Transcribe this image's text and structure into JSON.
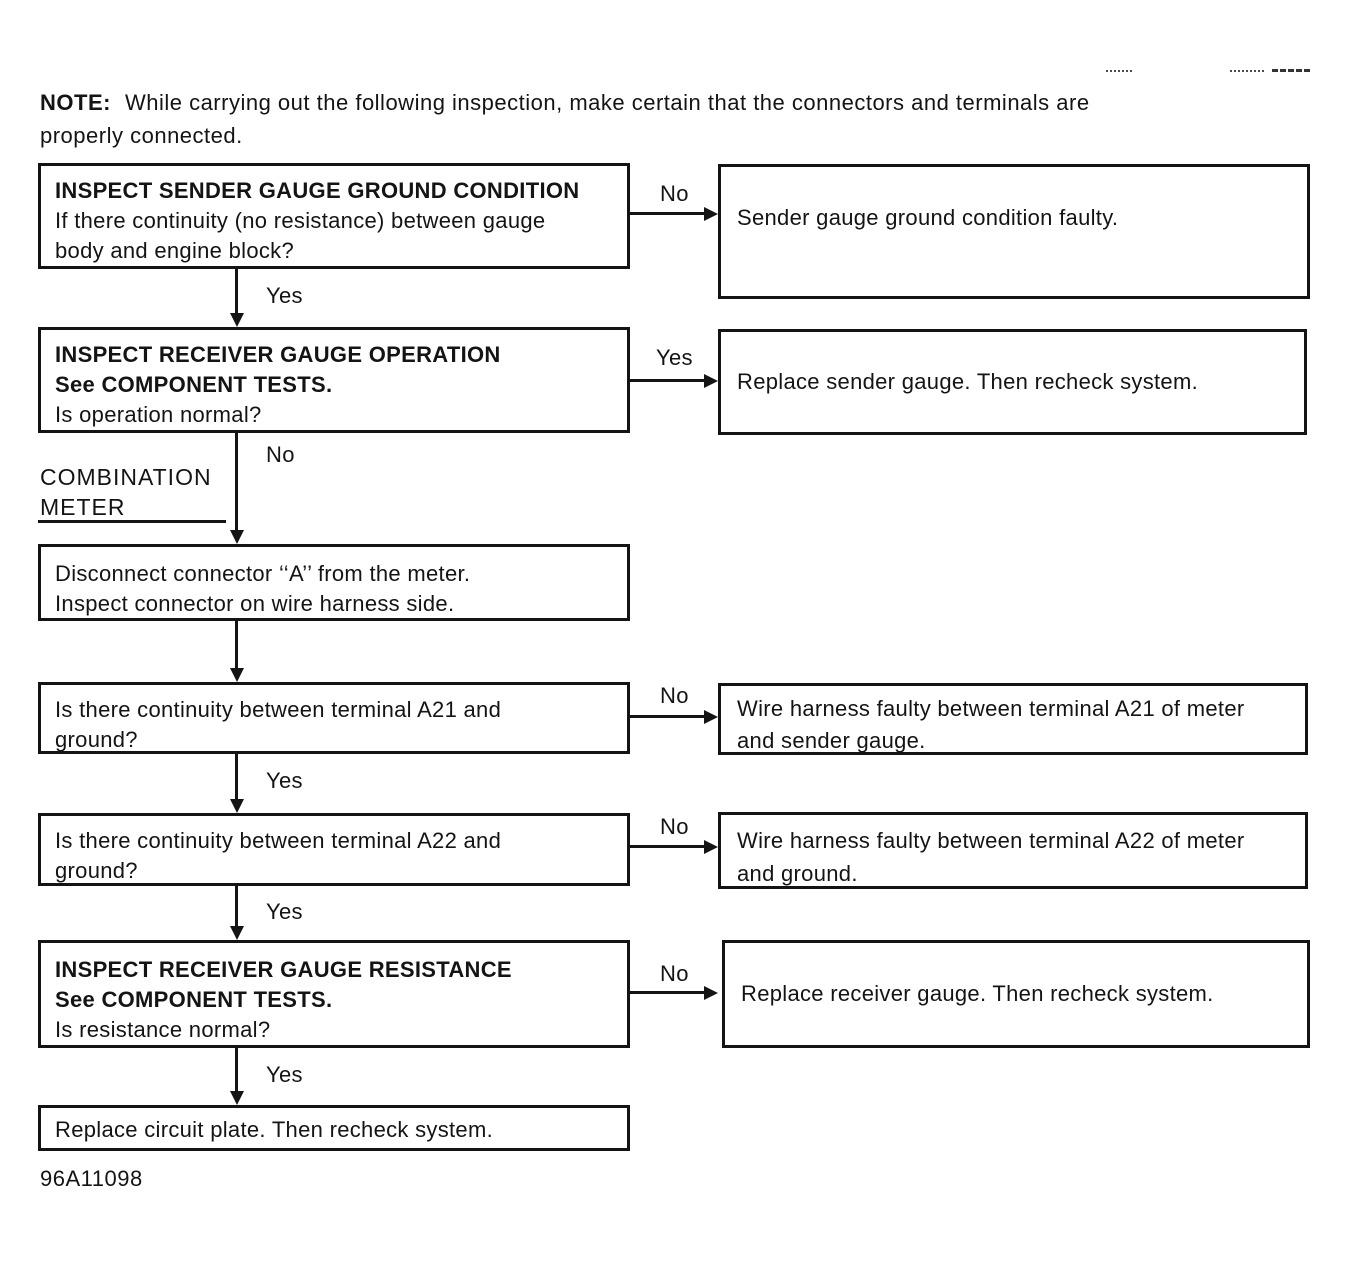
{
  "page": {
    "note": {
      "label": "NOTE:",
      "line1": "While carrying out the following inspection, make certain that the connectors and terminals are",
      "line2": "properly connected."
    },
    "section_label": {
      "line1": "COMBINATION",
      "line2": "METER"
    },
    "figure_id": "96A11098"
  },
  "flow": {
    "steps": {
      "s1": {
        "title": "INSPECT SENDER GAUGE GROUND CONDITION",
        "line1": "If there continuity (no resistance) between gauge",
        "line2": "body and engine block?",
        "right_label": "No",
        "down_label": "Yes",
        "result": "Sender gauge ground condition faulty."
      },
      "s2": {
        "title": "INSPECT RECEIVER GAUGE OPERATION",
        "line1": "See COMPONENT TESTS.",
        "line2": "Is operation normal?",
        "right_label": "Yes",
        "down_label": "No",
        "result": "Replace sender gauge. Then recheck system."
      },
      "s3": {
        "line1": "Disconnect connector ‘‘A’’ from the meter.",
        "line2": "Inspect connector on wire harness side."
      },
      "s4": {
        "line1": "Is there continuity between terminal A21 and",
        "line2": "ground?",
        "right_label": "No",
        "down_label": "Yes",
        "result_line1": "Wire harness faulty between terminal A21 of meter",
        "result_line2": "and sender gauge."
      },
      "s5": {
        "line1": "Is there continuity between terminal A22 and",
        "line2": "ground?",
        "right_label": "No",
        "down_label": "Yes",
        "result_line1": "Wire harness faulty between terminal A22 of meter",
        "result_line2": "and ground."
      },
      "s6": {
        "title": "INSPECT RECEIVER GAUGE RESISTANCE",
        "line1": "See COMPONENT TESTS.",
        "line2": "Is resistance normal?",
        "right_label": "No",
        "down_label": "Yes",
        "result": "Replace receiver gauge. Then recheck system."
      },
      "s7": {
        "line1": "Replace circuit plate. Then recheck system."
      }
    }
  },
  "colors": {
    "ink": "#141414",
    "paper": "#ffffff"
  }
}
